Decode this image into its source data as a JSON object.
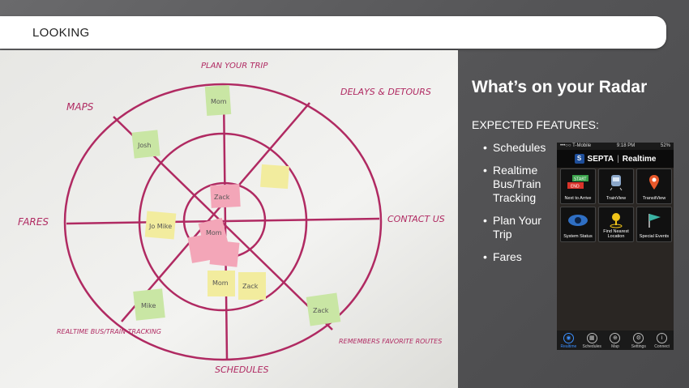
{
  "header": {
    "title": "LOOKING"
  },
  "slide": {
    "title": "What’s on your Radar",
    "subtitle": "EXPECTED FEATURES:",
    "features": [
      "Schedules",
      "Realtime Bus/Train Tracking",
      "Plan Your Trip",
      "Fares"
    ]
  },
  "whiteboard": {
    "labels": {
      "maps": "MAPS",
      "plan": "PLAN YOUR TRIP",
      "delays": "DELAYS & DETOURS",
      "fares": "FARES",
      "contact": "CONTACT US",
      "realtime": "REALTIME BUS/TRAIN TRACKING",
      "schedules": "SCHEDULES",
      "remembers": "REMEMBERS FAVORITE ROUTES"
    },
    "notes": {
      "josh": "Josh",
      "mom_top": "Mom",
      "zack_center": "Zack",
      "jo_mike": "Jo Mike",
      "mom_center": "Mom",
      "mom_bottom": "Mom",
      "zack_bottom": "Zack",
      "mike": "Mike",
      "zack_right": "Zack"
    },
    "colors": {
      "ink": "#b02a62",
      "yellow": "#f2ec9e",
      "green": "#c9e6a4",
      "pink": "#f3a6b8"
    }
  },
  "phone": {
    "status": {
      "carrier": "•••○○ T-Mobile",
      "time": "9:18 PM",
      "battery": "52%"
    },
    "app_title": "SEPTA",
    "app_subtitle": "Realtime",
    "tiles": [
      {
        "label": "Next to Arrive",
        "icon": "start-end-sign-icon"
      },
      {
        "label": "TrainView",
        "icon": "train-icon"
      },
      {
        "label": "TransitView",
        "icon": "map-pin-icon"
      },
      {
        "label": "System Status",
        "icon": "eye-icon"
      },
      {
        "label": "Find Nearest Location",
        "icon": "location-pin-icon"
      },
      {
        "label": "Special Events",
        "icon": "flag-icon"
      }
    ],
    "start_text": "START",
    "end_text": "END",
    "tabs": [
      {
        "label": "Realtime",
        "icon": "signal-icon"
      },
      {
        "label": "Schedules",
        "icon": "schedule-icon"
      },
      {
        "label": "Map",
        "icon": "map-icon"
      },
      {
        "label": "Settings",
        "icon": "settings-icon"
      },
      {
        "label": "Connect",
        "icon": "info-icon"
      }
    ]
  }
}
